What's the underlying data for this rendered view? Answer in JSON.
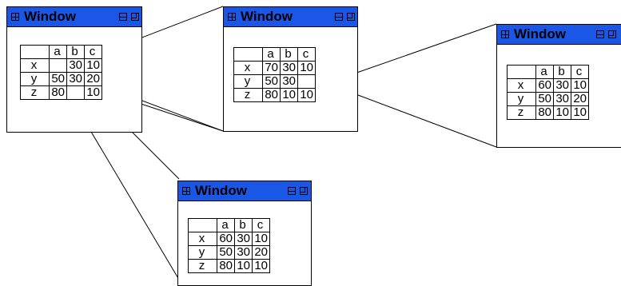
{
  "windows": [
    {
      "title": "Window",
      "columns": [
        "a",
        "b",
        "c"
      ],
      "rows": [
        {
          "label": "x",
          "cells": [
            "",
            "30",
            "10"
          ]
        },
        {
          "label": "y",
          "cells": [
            "50",
            "30",
            "20"
          ]
        },
        {
          "label": "z",
          "cells": [
            "80",
            "",
            "10"
          ]
        }
      ]
    },
    {
      "title": "Window",
      "columns": [
        "a",
        "b",
        "c"
      ],
      "rows": [
        {
          "label": "x",
          "cells": [
            "70",
            "30",
            "10"
          ]
        },
        {
          "label": "y",
          "cells": [
            "50",
            "30",
            ""
          ]
        },
        {
          "label": "z",
          "cells": [
            "80",
            "10",
            "10"
          ]
        }
      ]
    },
    {
      "title": "Window",
      "columns": [
        "a",
        "b",
        "c"
      ],
      "rows": [
        {
          "label": "x",
          "cells": [
            "60",
            "30",
            "10"
          ]
        },
        {
          "label": "y",
          "cells": [
            "50",
            "30",
            "20"
          ]
        },
        {
          "label": "z",
          "cells": [
            "80",
            "10",
            "10"
          ]
        }
      ]
    },
    {
      "title": "Window",
      "columns": [
        "a",
        "b",
        "c"
      ],
      "rows": [
        {
          "label": "x",
          "cells": [
            "60",
            "30",
            "10"
          ]
        },
        {
          "label": "y",
          "cells": [
            "50",
            "30",
            "20"
          ]
        },
        {
          "label": "z",
          "cells": [
            "80",
            "10",
            "10"
          ]
        }
      ]
    }
  ],
  "colors": {
    "titlebar": "#1a57e6",
    "border": "#000000",
    "background": "#ffffff"
  },
  "icons": {
    "window": "window-grid-icon",
    "minimize": "minimize-icon",
    "restore": "restore-icon"
  }
}
